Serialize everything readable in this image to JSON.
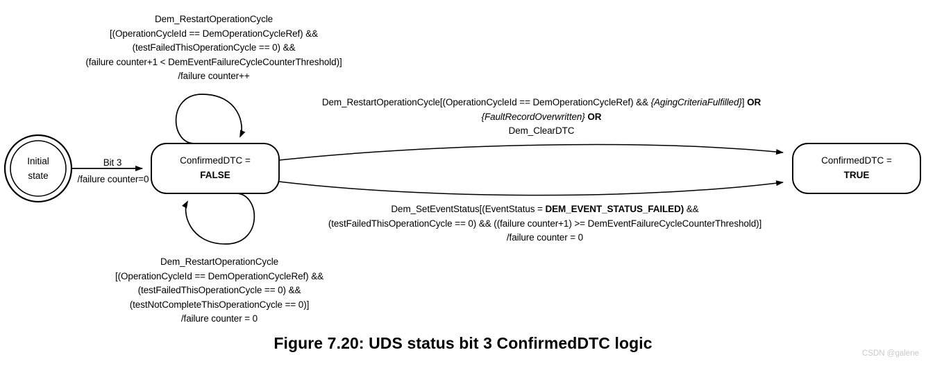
{
  "figure": {
    "caption": "Figure 7.20: UDS status bit 3 ConfirmedDTC logic",
    "watermark": "CSDN @galene"
  },
  "nodes": {
    "initial": {
      "name": "Initial state",
      "line1": "Initial",
      "line2": "state",
      "shape": "double-circle"
    },
    "confirmed_false": {
      "variable": "ConfirmedDTC =",
      "value": "FALSE",
      "shape": "rounded-rect"
    },
    "confirmed_true": {
      "variable": "ConfirmedDTC =",
      "value": "TRUE",
      "shape": "rounded-rect"
    }
  },
  "transitions": {
    "initial_to_false": {
      "trigger": "Bit 3",
      "action": "/failure counter=0"
    },
    "false_self_loop_top": {
      "line1": "Dem_RestartOperationCycle",
      "line2": "[(OperationCycleId == DemOperationCycleRef) &&",
      "line3": "(testFailedThisOperationCycle == 0) &&",
      "line4": "(failure counter+1 < DemEventFailureCycleCounterThreshold)]",
      "line5": "/failure counter++"
    },
    "false_self_loop_bottom": {
      "line1": "Dem_RestartOperationCycle",
      "line2": "[(OperationCycleId == DemOperationCycleRef) &&",
      "line3": "(testFailedThisOperationCycle == 0) &&",
      "line4": "(testNotCompleteThisOperationCycle == 0)]",
      "line5": "/failure counter = 0"
    },
    "upper_false_to_true": {
      "line1_a": "Dem_RestartOperationCycle[(OperationCycleId == DemOperationCycleRef) && ",
      "line1_italic": "{AgingCriteriaFulfilled}",
      "line1_b": "] ",
      "line1_or": "OR",
      "line2_italic": "{FaultRecordOverwritten}",
      "line2_or": "OR",
      "line3": "Dem_ClearDTC"
    },
    "lower_false_to_true": {
      "line1_a": "Dem_SetEventStatus[(EventStatus = ",
      "line1_bold": "DEM_EVENT_STATUS_FAILED)",
      "line1_b": " &&",
      "line2": "(testFailedThisOperationCycle == 0) && ((failure counter+1) >= DemEventFailureCycleCounterThreshold)]",
      "line3": "/failure counter = 0"
    }
  },
  "colors": {
    "stroke": "#000000",
    "background": "#ffffff",
    "watermark": "#c9c9c9"
  }
}
